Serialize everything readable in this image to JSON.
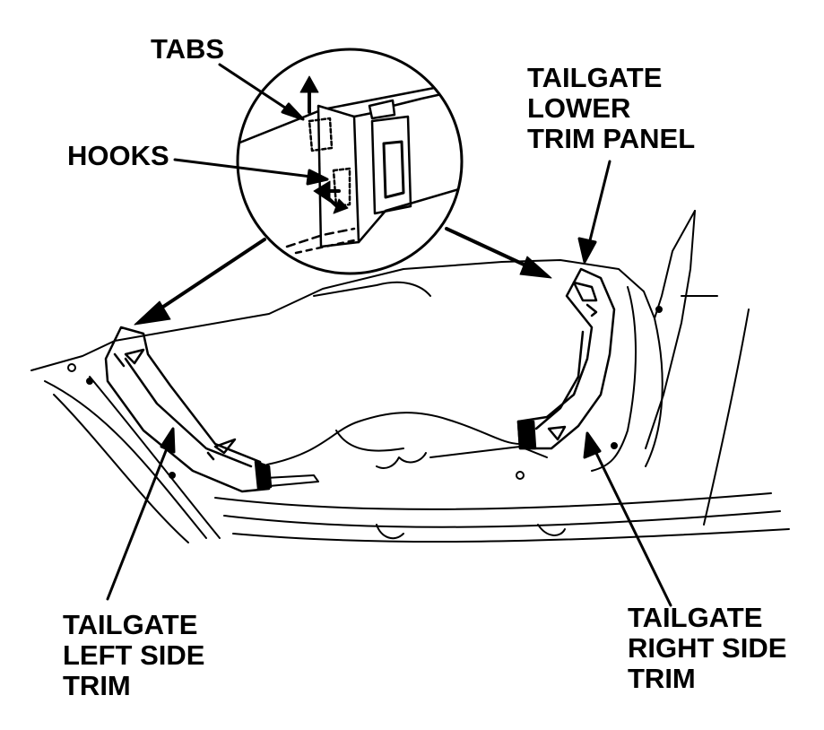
{
  "labels": {
    "tabs": "TABS",
    "hooks": "HOOKS",
    "lower_trim_panel": [
      "TAILGATE",
      "LOWER",
      "TRIM PANEL"
    ],
    "left_side_trim": [
      "TAILGATE",
      "LEFT SIDE",
      "TRIM"
    ],
    "right_side_trim": [
      "TAILGATE",
      "RIGHT SIDE",
      "TRIM"
    ]
  },
  "colors": {
    "ink": "#000000",
    "paper": "#ffffff"
  }
}
